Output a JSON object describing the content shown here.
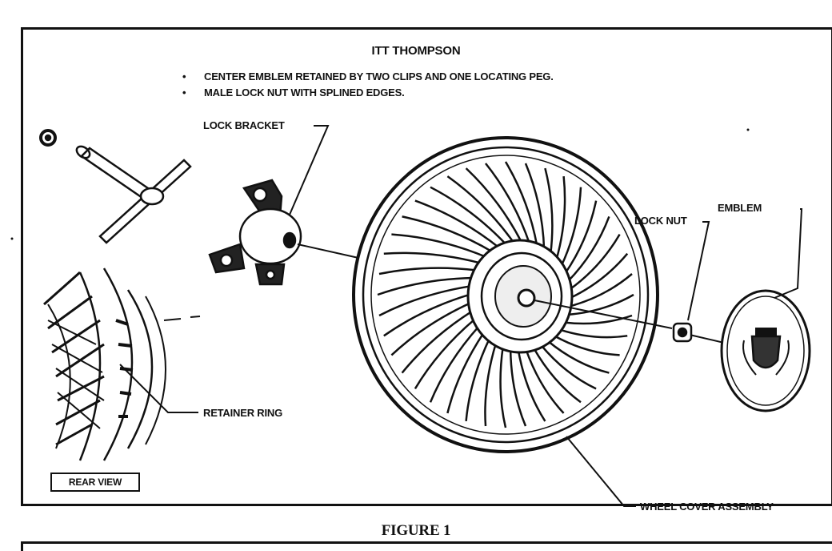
{
  "diagram": {
    "title": "ITT THOMPSON",
    "notes": [
      "CENTER EMBLEM RETAINED BY TWO CLIPS AND ONE LOCATING PEG.",
      "MALE LOCK NUT WITH SPLINED EDGES."
    ],
    "labels": {
      "lock_bracket": "LOCK BRACKET",
      "emblem": "EMBLEM",
      "lock_nut": "LOCK NUT",
      "retainer_ring": "RETAINER RING",
      "wheel_cover_assembly": "WHEEL COVER ASSEMBLY",
      "rear_view": "REAR VIEW"
    },
    "caption": "FIGURE 1"
  }
}
